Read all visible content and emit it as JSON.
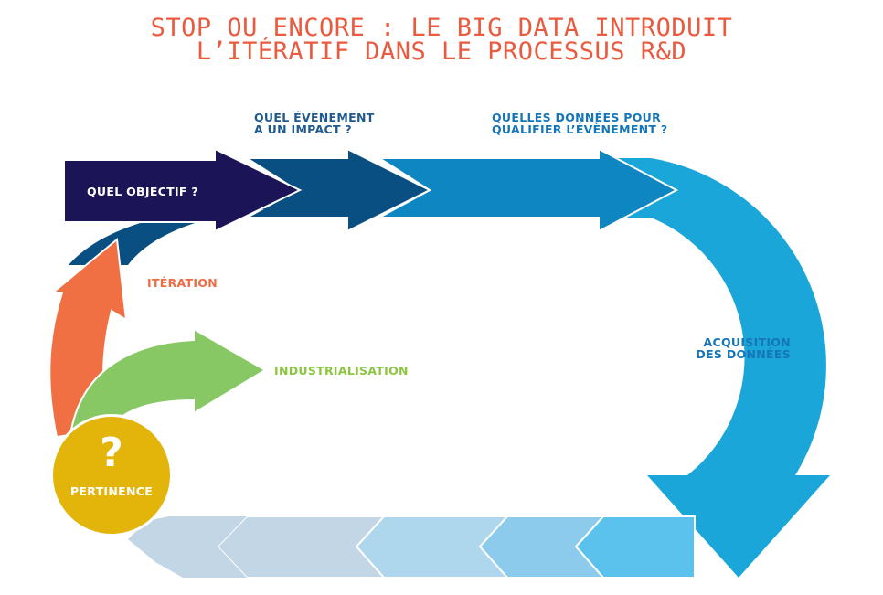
{
  "title": {
    "line1": "STOP OU ENCORE : LE BIG DATA INTRODUIT",
    "line2": "L’ITÉRATIF DANS LE PROCESSUS R&D"
  },
  "steps": {
    "objective": "QUEL OBJECTIF ?",
    "event_line1": "QUEL ÉVÈNEMENT",
    "event_line2": "A UN IMPACT ?",
    "data_line1": "QUELLES DONNÉES POUR",
    "data_line2": "QUALIFIER L’ÉVÈNEMENT  ?",
    "acquisition_line1": "ACQUISITION",
    "acquisition_line2": "DES DONNÉES",
    "iteration": "ITÉRATION",
    "industrialisation": "INDUSTRIALISATION",
    "relevance_mark": "?",
    "relevance": "PERTINENCE"
  },
  "colors": {
    "navy": "#1b1457",
    "dark_blue": "#0a4f82",
    "blue": "#0e86c2",
    "light_blue": "#1ba6d9",
    "sky": "#5bc2ee",
    "pale_blue": "#9fd0ec",
    "pale_grey_blue": "#c3d6e6",
    "orange": "#f07043",
    "green": "#88c864",
    "yellow": "#e3b40a"
  }
}
